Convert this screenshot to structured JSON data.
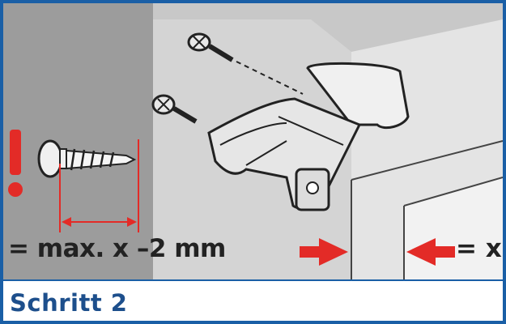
{
  "diagram": {
    "spacing_label": "= max. x –2 mm",
    "gap_label": "= x",
    "step_caption": "Schritt 2",
    "colors": {
      "border": "#1a5fa6",
      "caption_text": "#1d4f8c",
      "warning_red": "#e32b27",
      "wall_gray": "#9a9a9a",
      "panel_gray": "#dcdcdc"
    },
    "icons": [
      "exclamation-icon",
      "screw-icon",
      "hinge-bracket-icon",
      "arrow-right-icon",
      "arrow-left-icon"
    ]
  }
}
